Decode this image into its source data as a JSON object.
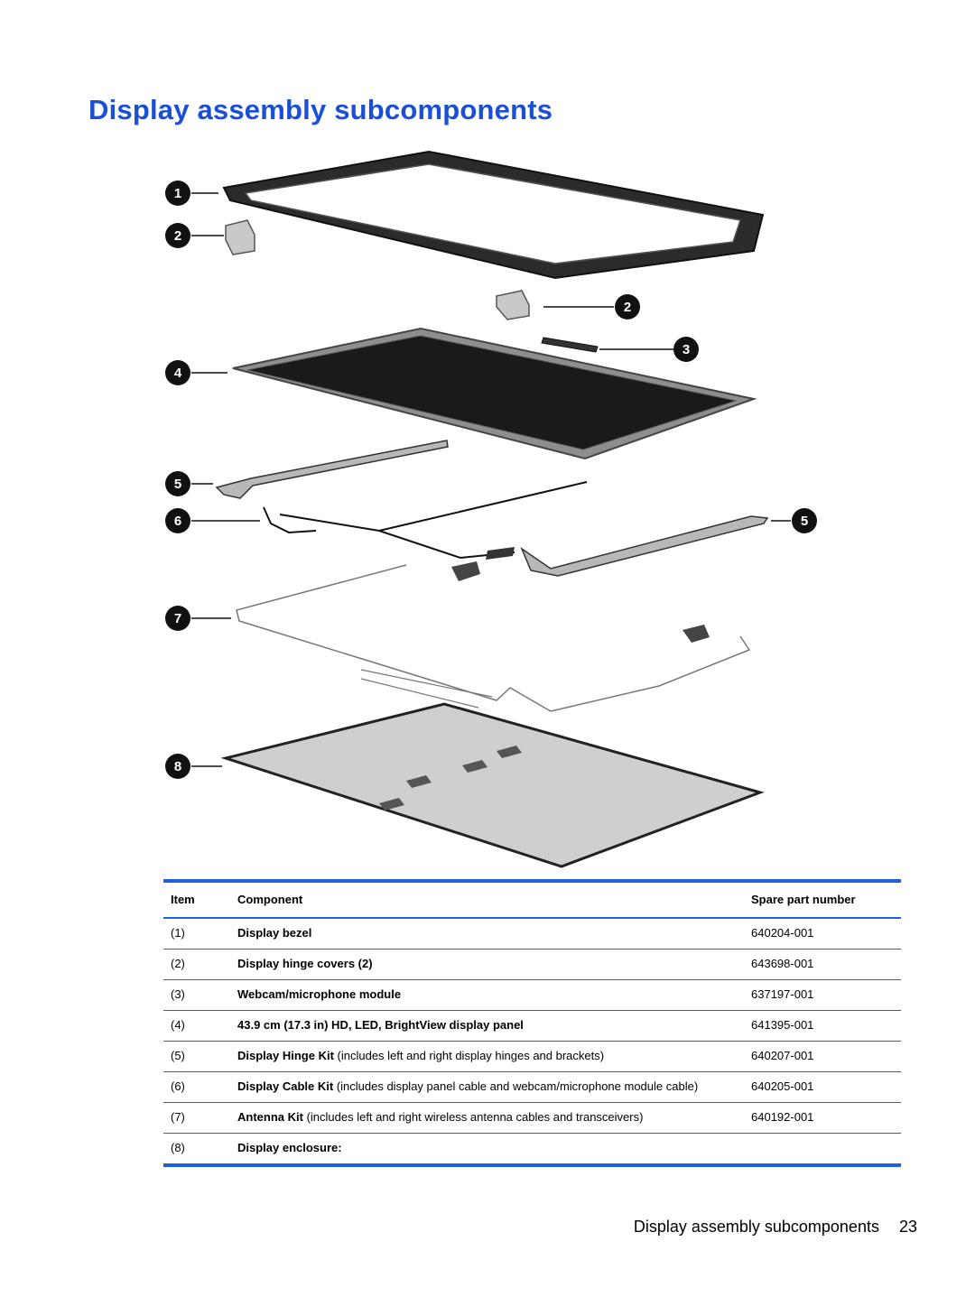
{
  "title": "Display assembly subcomponents",
  "figure": {
    "callouts": [
      "1",
      "2",
      "2",
      "3",
      "4",
      "5",
      "6",
      "5",
      "7",
      "8"
    ]
  },
  "table": {
    "headers": {
      "item": "Item",
      "component": "Component",
      "spare": "Spare part number"
    },
    "rows": [
      {
        "item": "(1)",
        "name": "Display bezel",
        "detail": "",
        "part": "640204-001"
      },
      {
        "item": "(2)",
        "name": "Display hinge covers (2)",
        "detail": "",
        "part": "643698-001"
      },
      {
        "item": "(3)",
        "name": "Webcam/microphone module",
        "detail": "",
        "part": "637197-001"
      },
      {
        "item": "(4)",
        "name": "43.9 cm (17.3 in) HD, LED, BrightView display panel",
        "detail": "",
        "part": "641395-001"
      },
      {
        "item": "(5)",
        "name": "Display Hinge Kit",
        "detail": " (includes left and right display hinges and brackets)",
        "part": "640207-001"
      },
      {
        "item": "(6)",
        "name": "Display Cable Kit",
        "detail": " (includes display panel cable and webcam/microphone module cable)",
        "part": "640205-001"
      },
      {
        "item": "(7)",
        "name": "Antenna Kit",
        "detail": " (includes left and right wireless antenna cables and transceivers)",
        "part": "640192-001"
      },
      {
        "item": "(8)",
        "name": "Display enclosure:",
        "detail": "",
        "part": ""
      }
    ]
  },
  "footer": {
    "section": "Display assembly subcomponents",
    "page": "23"
  },
  "colors": {
    "title": "#1a4fd6",
    "rule": "#1f5fe0"
  }
}
